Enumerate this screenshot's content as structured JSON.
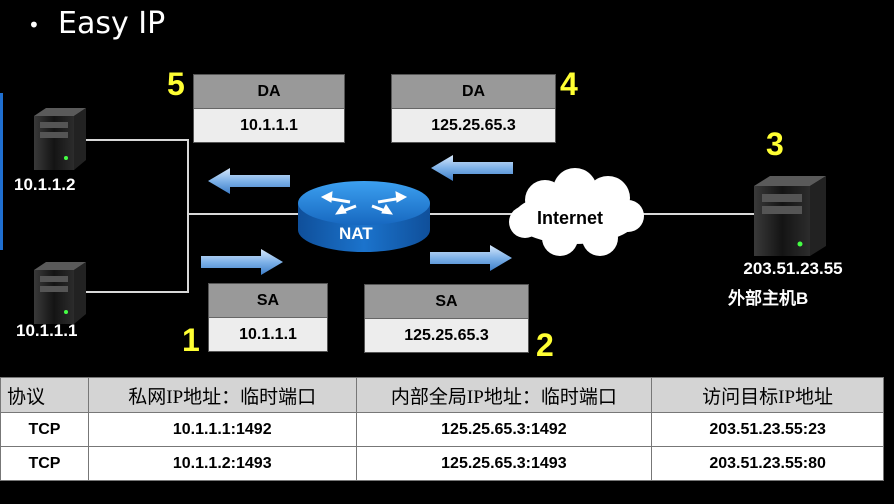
{
  "title": "Easy IP",
  "hosts": [
    {
      "ip": "10.1.1.2"
    },
    {
      "ip": "10.1.1.1"
    }
  ],
  "router_label": "NAT",
  "cloud_label": "Internet",
  "external_host": {
    "ip": "203.51.23.55",
    "name": "外部主机B"
  },
  "packets": [
    {
      "step": "1",
      "header": "SA",
      "value": "10.1.1.1"
    },
    {
      "step": "2",
      "header": "SA",
      "value": "125.25.65.3"
    },
    {
      "step": "3"
    },
    {
      "step": "4",
      "header": "DA",
      "value": "125.25.65.3"
    },
    {
      "step": "5",
      "header": "DA",
      "value": "10.1.1.1"
    }
  ],
  "table": {
    "headers": [
      "协议",
      "私网IP地址：临时端口",
      "内部全局IP地址：临时端口",
      "访问目标IP地址"
    ],
    "rows": [
      [
        "TCP",
        "10.1.1.1:1492",
        "125.25.65.3:1492",
        "203.51.23.55:23"
      ],
      [
        "TCP",
        "10.1.1.2:1493",
        "125.25.65.3:1493",
        "203.51.23.55:80"
      ]
    ]
  },
  "colors": {
    "background": "#000000",
    "step_number": "#ffff33",
    "router": "#1a7fd6",
    "arrow": "#7fb2e8"
  },
  "icons": [
    "server-icon",
    "router-icon",
    "cloud-icon",
    "arrow-right-icon",
    "arrow-left-icon"
  ]
}
